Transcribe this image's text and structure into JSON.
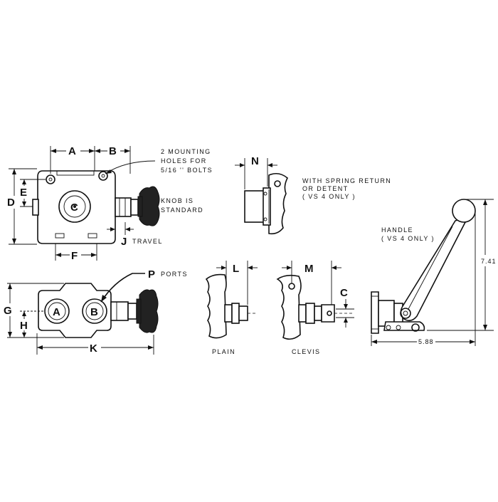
{
  "dimensions": {
    "A": "A",
    "B": "B",
    "C": "C",
    "D": "D",
    "E": "E",
    "F": "F",
    "G": "G",
    "H": "H",
    "J": "J",
    "K": "K",
    "L": "L",
    "M": "M",
    "N": "N",
    "P": "P",
    "C2": "C"
  },
  "port_labels": {
    "a": "A",
    "b": "B"
  },
  "notes": {
    "mounting_1": "2 MOUNTING",
    "mounting_2": "HOLES FOR",
    "mounting_3": "5/16 '' BOLTS",
    "knob_1": "KNOB IS",
    "knob_2": "STANDARD",
    "travel": "TRAVEL",
    "ports": "PORTS",
    "spring_1": "WITH SPRING RETURN",
    "spring_2": "OR DETENT",
    "spring_3": "( VS 4 ONLY )",
    "handle_1": "HANDLE",
    "handle_2": "( VS 4 ONLY )",
    "plain": "PLAIN",
    "clevis": "CLEVIS"
  },
  "values": {
    "handle_height": "7.41",
    "handle_width": "5.88"
  }
}
